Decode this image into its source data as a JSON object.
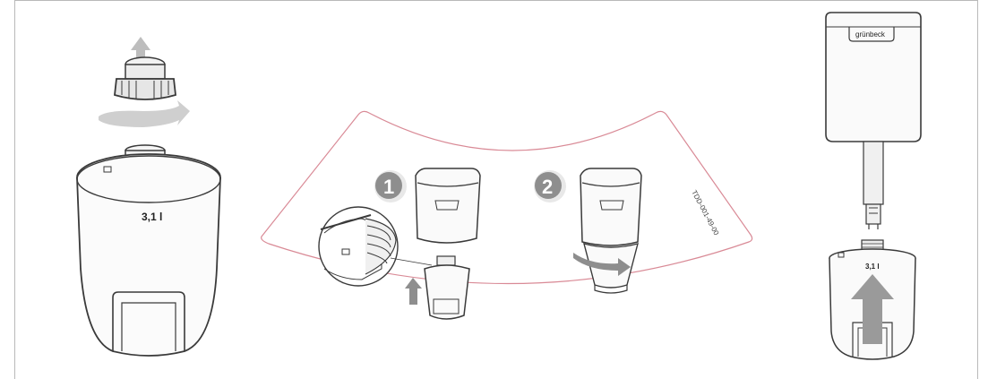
{
  "illustration": {
    "left_panel": {
      "volume_label": "3,1 l"
    },
    "center_panel": {
      "step_1_number": "1",
      "step_2_number": "2",
      "sticker_code": "TDD-001-49-00"
    },
    "right_panel": {
      "brand_label": "grünbeck",
      "volume_label": "3,1 l"
    }
  },
  "colors": {
    "outline": "#3a3a3a",
    "arrow_gray": "#a9a9a9",
    "step_badge": "#8e8e8e",
    "sticker_outline": "#d98a96",
    "frame": "#b9b9b9"
  }
}
